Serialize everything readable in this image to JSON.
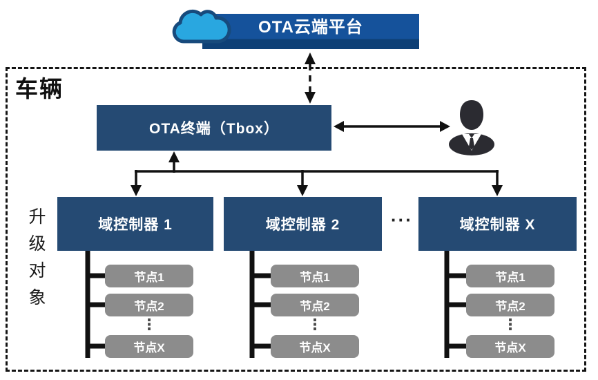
{
  "cloud_platform": {
    "label": "OTA云端平台",
    "icon": "cloud-icon"
  },
  "vehicle": {
    "label": "车辆",
    "side_label": "升级对象",
    "tbox": {
      "label": "OTA终端（Tbox）"
    },
    "operator_icon": "person-icon",
    "controllers_ellipsis": "···",
    "controllers": [
      {
        "label": "域控制器 1",
        "nodes": [
          "节点1",
          "节点2",
          "节点X"
        ],
        "dots": "⋮"
      },
      {
        "label": "域控制器 2",
        "nodes": [
          "节点1",
          "节点2",
          "节点X"
        ],
        "dots": "⋮"
      },
      {
        "label": "域控制器 X",
        "nodes": [
          "节点1",
          "节点2",
          "节点X"
        ],
        "dots": "⋮"
      }
    ]
  },
  "colors": {
    "banner_blue": "#15529b",
    "banner_blue_dark": "#0e4076",
    "box_navy": "#254a73",
    "node_gray": "#8c8c8c",
    "cloud_fill": "#29a7e0",
    "cloud_stroke": "#174a7c",
    "line_black": "#111111",
    "person_dark": "#2b2b31"
  }
}
